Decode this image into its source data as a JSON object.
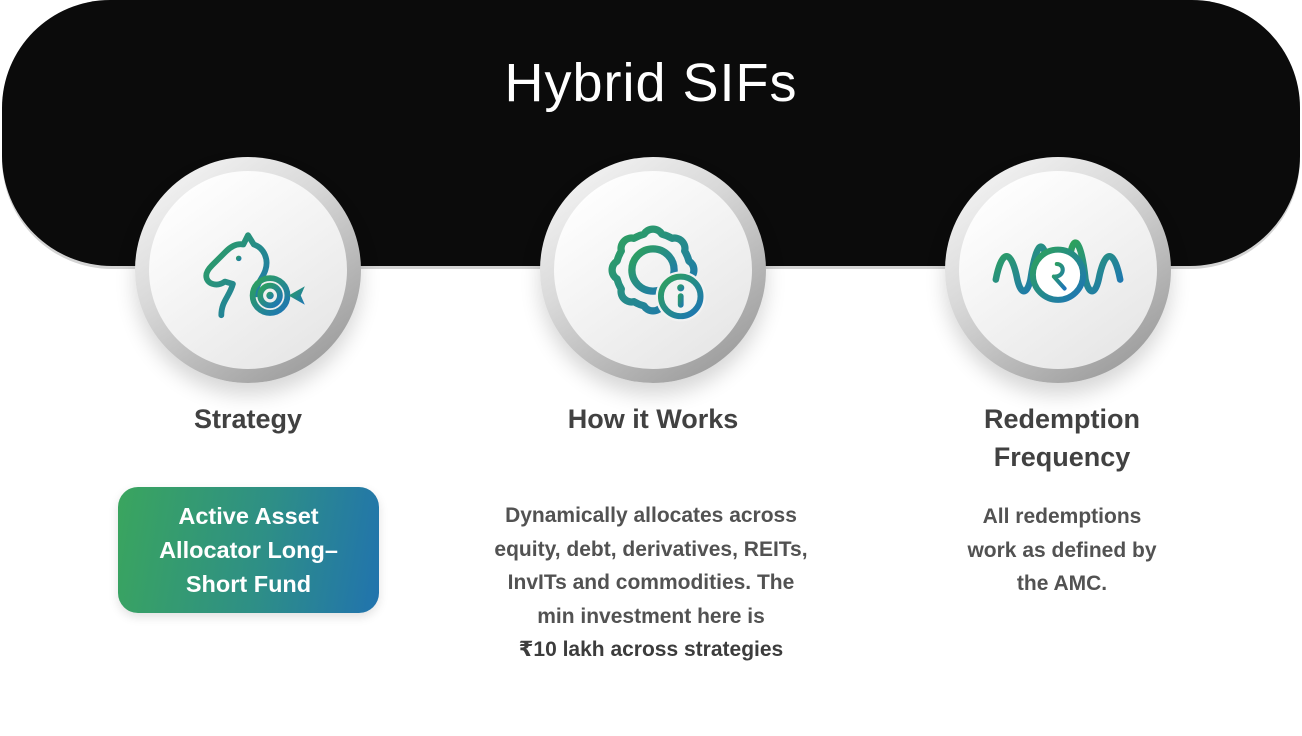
{
  "title": "Hybrid SIFs",
  "columns": [
    {
      "id": "strategy",
      "header": "Strategy",
      "icon": "chess-knight-target-icon",
      "badge": {
        "label": "Active Asset Allocator Long–Short Fund"
      }
    },
    {
      "id": "how-it-works",
      "header": "How it Works",
      "icon": "gear-info-icon",
      "body": "Dynamically allocates across equity, debt, derivatives, REITs, InvITs and commodities. The min investment here is",
      "body_bold": "₹10 lakh across strategies"
    },
    {
      "id": "redemption-frequency",
      "header": "Redemption Frequency",
      "icon": "rupee-waveform-icon",
      "body": "All redemptions work as defined by the AMC."
    }
  ],
  "colors": {
    "banner": "#0b0b0b",
    "banner_edge_line": "#d4d4d4",
    "title_text": "#ffffff",
    "badge_gradient_start": "#3aa55e",
    "badge_gradient_end": "#2173ae",
    "badge_text": "#ffffff",
    "icon_gradient_start": "#2ea25a",
    "icon_gradient_end": "#1d74b8",
    "header_text": "#414141",
    "body_text": "#525252"
  }
}
